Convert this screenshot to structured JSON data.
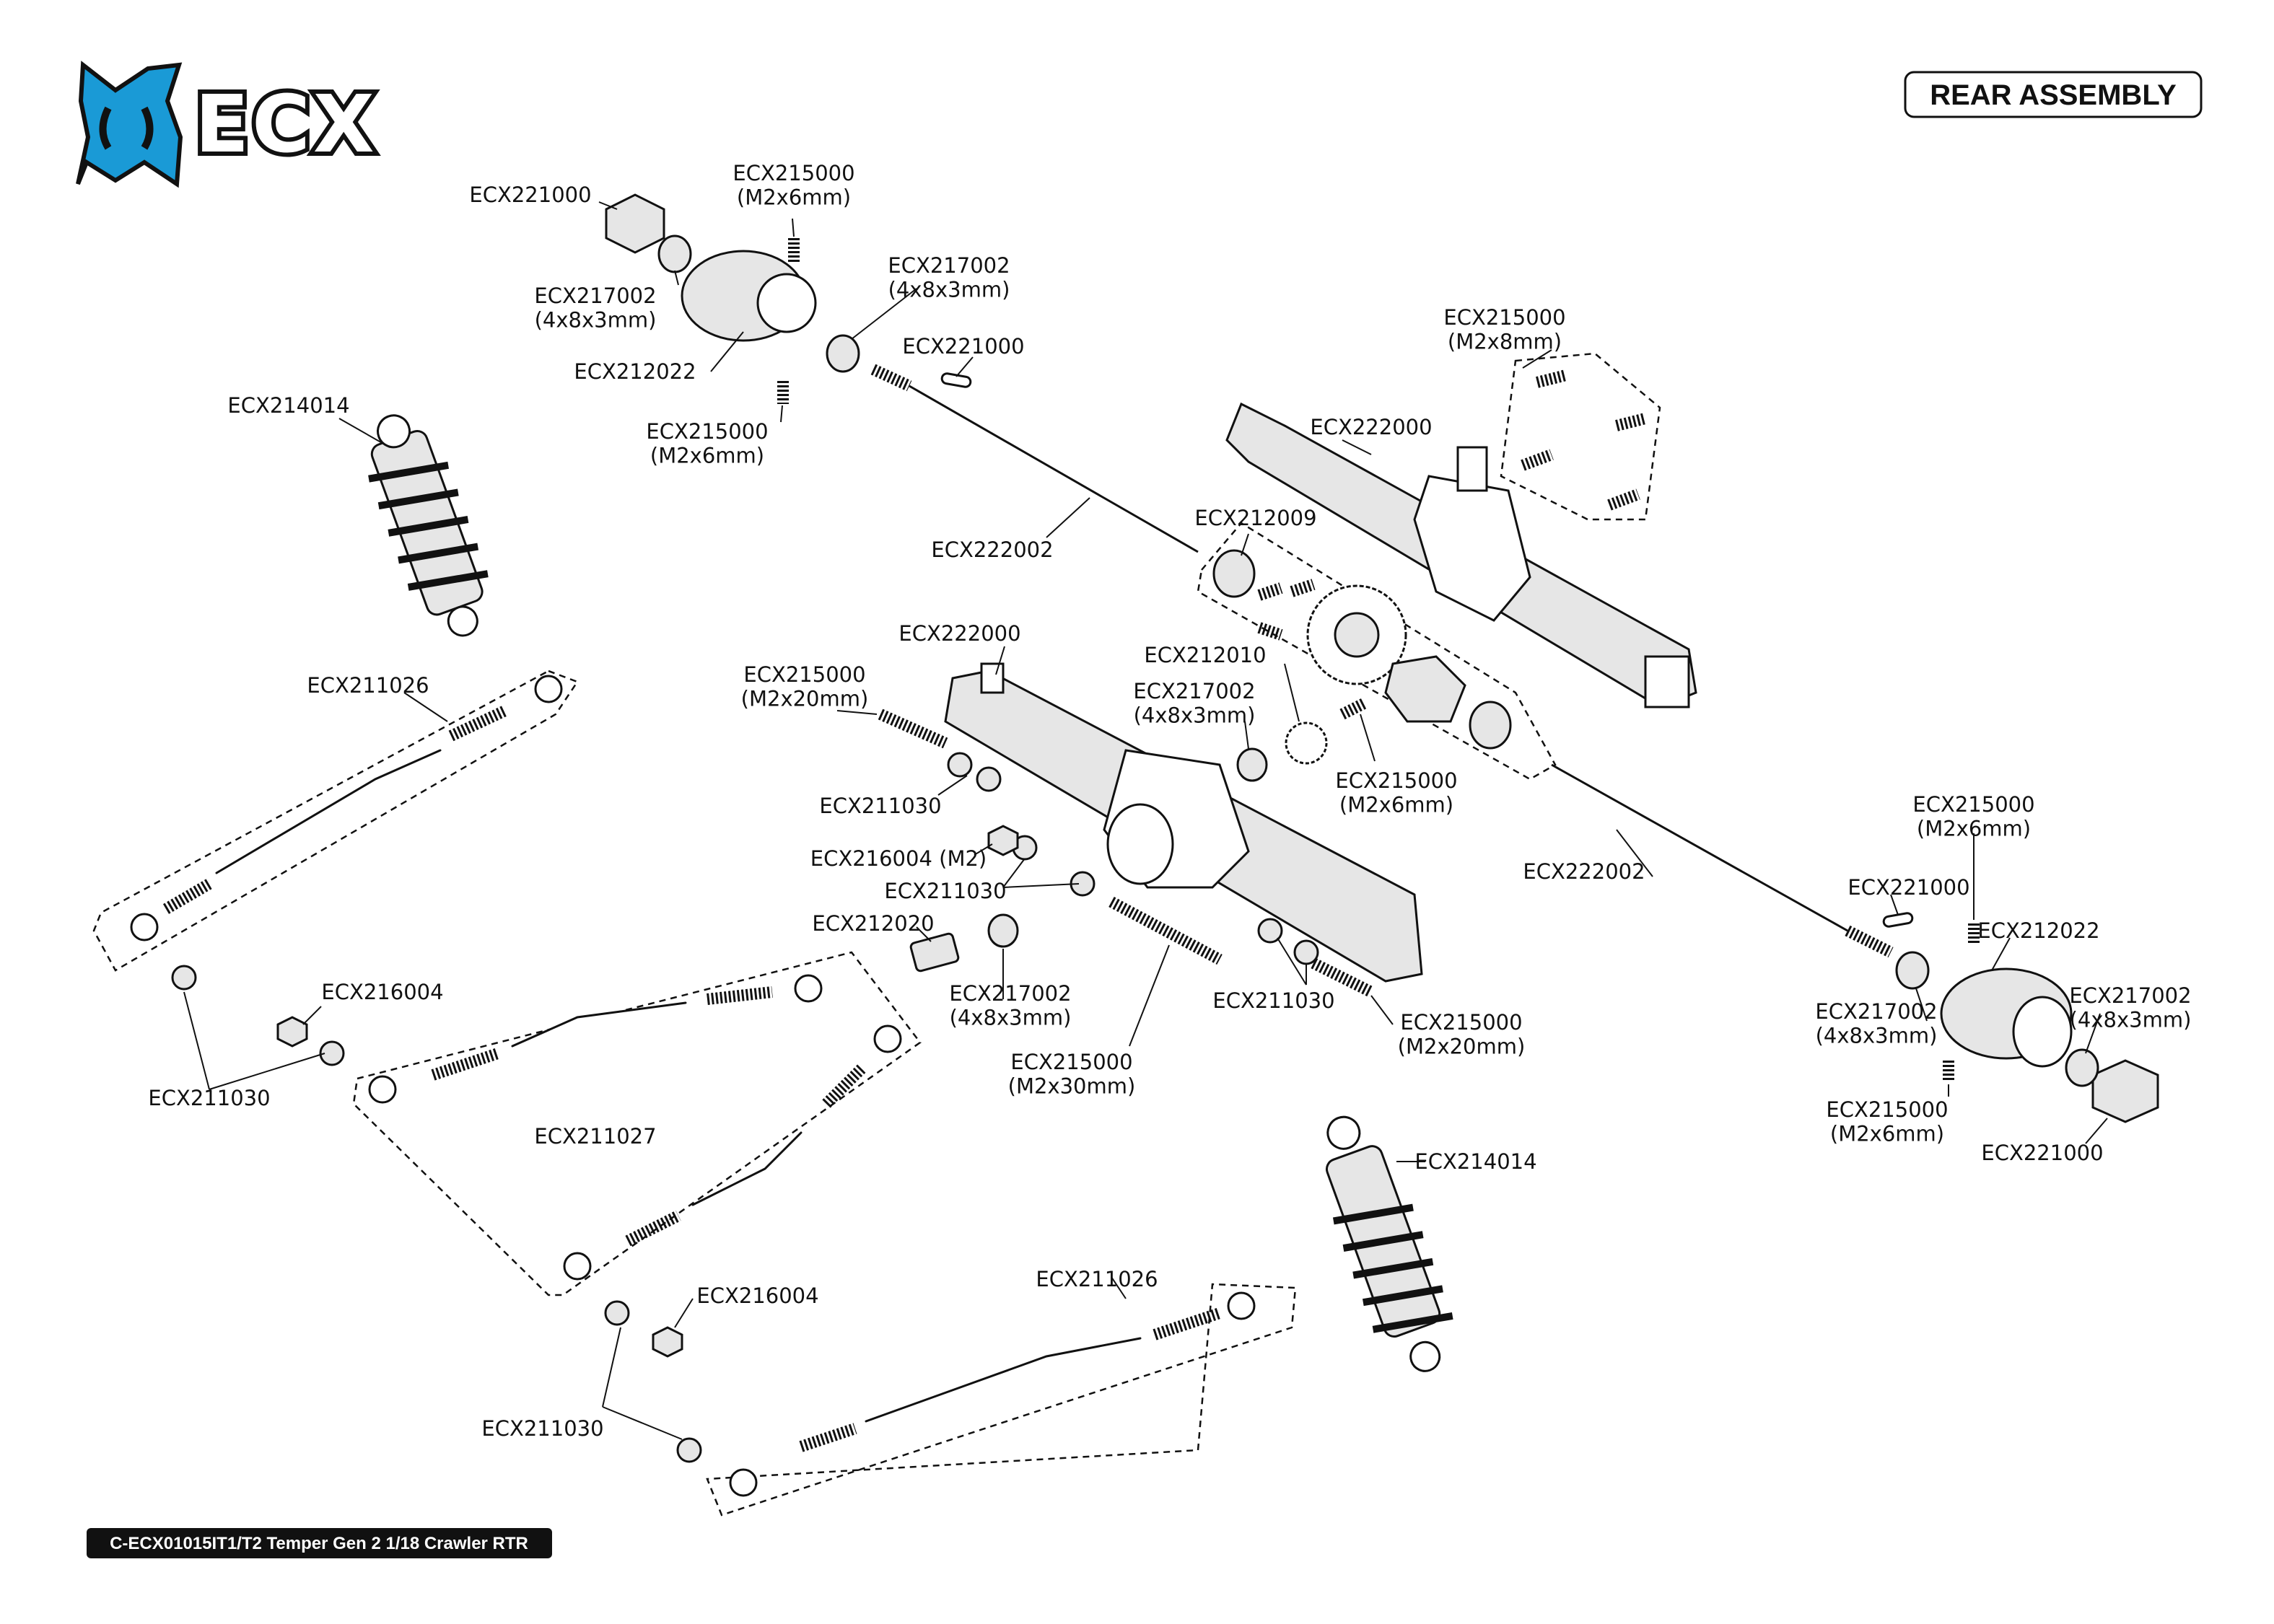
{
  "brand": {
    "logo_text": "ECX",
    "accent": "#1a9ad6"
  },
  "header": {
    "section_title": "REAR ASSEMBLY"
  },
  "footer": {
    "caption": "C-ECX01015IT1/T2 Temper Gen 2 1/18 Crawler RTR"
  },
  "callouts": [
    {
      "id": "c01",
      "lines": [
        "ECX221000"
      ]
    },
    {
      "id": "c02",
      "lines": [
        "ECX215000",
        "(M2x6mm)"
      ]
    },
    {
      "id": "c03",
      "lines": [
        "ECX217002",
        "(4x8x3mm)"
      ]
    },
    {
      "id": "c04",
      "lines": [
        "ECX217002",
        "(4x8x3mm)"
      ]
    },
    {
      "id": "c05",
      "lines": [
        "ECX221000"
      ]
    },
    {
      "id": "c06",
      "lines": [
        "ECX212022"
      ]
    },
    {
      "id": "c07",
      "lines": [
        "ECX215000",
        "(M2x6mm)"
      ]
    },
    {
      "id": "c08",
      "lines": [
        "ECX214014"
      ]
    },
    {
      "id": "c09",
      "lines": [
        "ECX215000",
        "(M2x8mm)"
      ]
    },
    {
      "id": "c10",
      "lines": [
        "ECX222000"
      ]
    },
    {
      "id": "c11",
      "lines": [
        "ECX222002"
      ]
    },
    {
      "id": "c12",
      "lines": [
        "ECX212009"
      ]
    },
    {
      "id": "c13",
      "lines": [
        "ECX222000"
      ]
    },
    {
      "id": "c14",
      "lines": [
        "ECX212010"
      ]
    },
    {
      "id": "c15",
      "lines": [
        "ECX215000",
        "(M2x20mm)"
      ]
    },
    {
      "id": "c16",
      "lines": [
        "ECX217002",
        "(4x8x3mm)"
      ]
    },
    {
      "id": "c17",
      "lines": [
        "ECX211026"
      ]
    },
    {
      "id": "c18",
      "lines": [
        "ECX215000",
        "(M2x6mm)"
      ]
    },
    {
      "id": "c19",
      "lines": [
        "ECX211030"
      ]
    },
    {
      "id": "c20",
      "lines": [
        "ECX216004 (M2)"
      ]
    },
    {
      "id": "c21",
      "lines": [
        "ECX211030"
      ]
    },
    {
      "id": "c22",
      "lines": [
        "ECX212020"
      ]
    },
    {
      "id": "c23",
      "lines": [
        "ECX222002"
      ]
    },
    {
      "id": "c24",
      "lines": [
        "ECX215000",
        "(M2x6mm)"
      ]
    },
    {
      "id": "c25",
      "lines": [
        "ECX221000"
      ]
    },
    {
      "id": "c26",
      "lines": [
        "ECX212022"
      ]
    },
    {
      "id": "c27",
      "lines": [
        "ECX216004"
      ]
    },
    {
      "id": "c28",
      "lines": [
        "ECX217002",
        "(4x8x3mm)"
      ]
    },
    {
      "id": "c29",
      "lines": [
        "ECX211030"
      ]
    },
    {
      "id": "c30",
      "lines": [
        "ECX215000",
        "(M2x20mm)"
      ]
    },
    {
      "id": "c31",
      "lines": [
        "ECX217002",
        "(4x8x3mm)"
      ]
    },
    {
      "id": "c32",
      "lines": [
        "ECX217002",
        "(4x8x3mm)"
      ]
    },
    {
      "id": "c33",
      "lines": [
        "ECX215000",
        "(M2x30mm)"
      ]
    },
    {
      "id": "c34",
      "lines": [
        "ECX211030"
      ]
    },
    {
      "id": "c35",
      "lines": [
        "ECX215000",
        "(M2x6mm)"
      ]
    },
    {
      "id": "c36",
      "lines": [
        "ECX211027"
      ]
    },
    {
      "id": "c37",
      "lines": [
        "ECX221000"
      ]
    },
    {
      "id": "c38",
      "lines": [
        "ECX214014"
      ]
    },
    {
      "id": "c39",
      "lines": [
        "ECX211026"
      ]
    },
    {
      "id": "c40",
      "lines": [
        "ECX216004"
      ]
    },
    {
      "id": "c41",
      "lines": [
        "ECX211030"
      ]
    }
  ]
}
